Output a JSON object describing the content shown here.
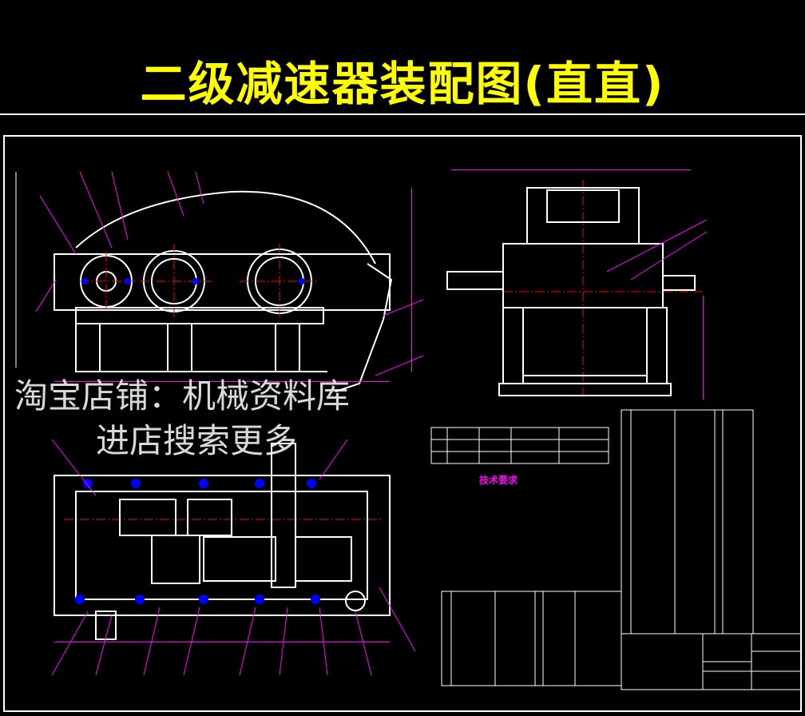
{
  "title": "二级减速器装配图(直直)",
  "watermark": {
    "line1": "淘宝店铺：机械资料库",
    "line2": "进店搜索更多"
  },
  "technical_requirements": {
    "heading": "技术要求"
  },
  "colors": {
    "title": "#ffff00",
    "lines": "#ffffff",
    "annotations": "#ff00ff",
    "centerlines": "#ff0000",
    "bolts": "#0000ff",
    "dimensions": "#ff00ff"
  }
}
